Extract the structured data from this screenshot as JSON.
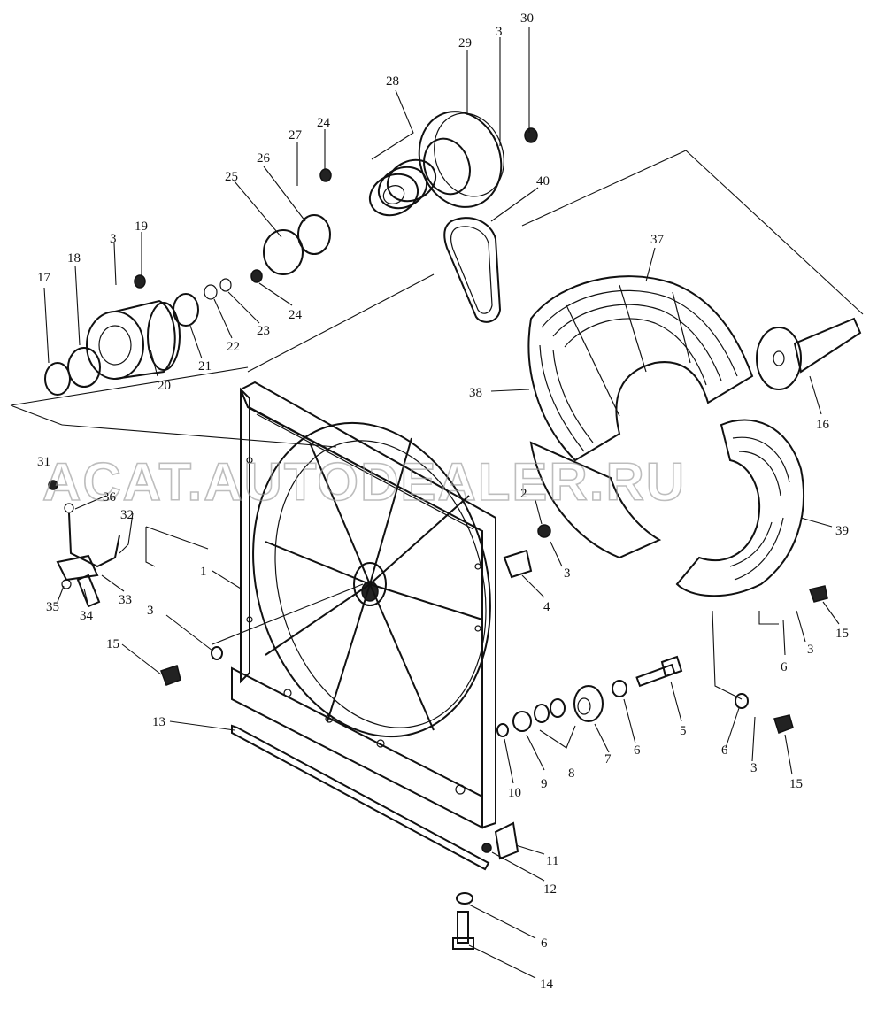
{
  "watermark": "ACAT.AUTODEALER.RU",
  "callouts": {
    "c1": "1",
    "c2": "2",
    "c3a": "3",
    "c3b": "3",
    "c3c": "3",
    "c3d": "3",
    "c3e": "3",
    "c3f": "3",
    "c4": "4",
    "c5": "5",
    "c6a": "6",
    "c6b": "6",
    "c6c": "6",
    "c6d": "6",
    "c7": "7",
    "c8": "8",
    "c9": "9",
    "c10": "10",
    "c11": "11",
    "c12": "12",
    "c13": "13",
    "c14": "14",
    "c15a": "15",
    "c15b": "15",
    "c15c": "15",
    "c16": "16",
    "c17": "17",
    "c18": "18",
    "c19": "19",
    "c20": "20",
    "c21": "21",
    "c22": "22",
    "c23": "23",
    "c24a": "24",
    "c24b": "24",
    "c25": "25",
    "c26": "26",
    "c27": "27",
    "c28": "28",
    "c29": "29",
    "c30": "30",
    "c31": "31",
    "c32": "32",
    "c33": "33",
    "c34": "34",
    "c35": "35",
    "c36": "36",
    "c37": "37",
    "c38": "38",
    "c39": "39",
    "c40": "40"
  }
}
